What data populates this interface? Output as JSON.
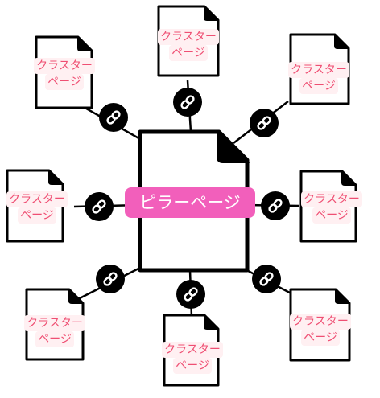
{
  "pillar": {
    "label": "ピラーページ"
  },
  "cluster": {
    "line1": "クラスター",
    "line2": "ページ"
  },
  "colors": {
    "stroke": "#000000",
    "pillar_label_bg": "#f25fbb",
    "cluster_text": "#ef4f73",
    "cluster_label_bg": "#fff0f2"
  },
  "icons": {
    "connector": "chain-link-icon",
    "page": "document-icon"
  }
}
